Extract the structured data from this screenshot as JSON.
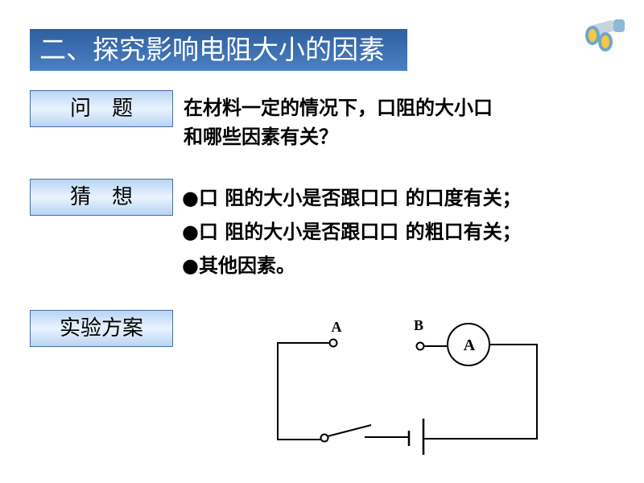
{
  "title": "二、探究影响电阻大小的因素",
  "sections": {
    "question": {
      "label": "问　题",
      "lines": [
        "在材料一定的情况下，口阻的大小口",
        "和哪些因素有关？"
      ]
    },
    "hypothesis": {
      "label": "猜　想",
      "bullets": [
        "●口 阻的大小是否跟口口 的口度有关；",
        "●口 阻的大小是否跟口口 的粗口有关；",
        "●其他因素。"
      ]
    },
    "plan": {
      "label": "实验方案"
    }
  },
  "circuit": {
    "terminal_a": "A",
    "terminal_b": "B",
    "ammeter": "A"
  },
  "icons": {
    "corner": "binoculars-icon"
  },
  "colors": {
    "title_bg": "#3a6db0",
    "label_bg": "#cfe2f8"
  }
}
